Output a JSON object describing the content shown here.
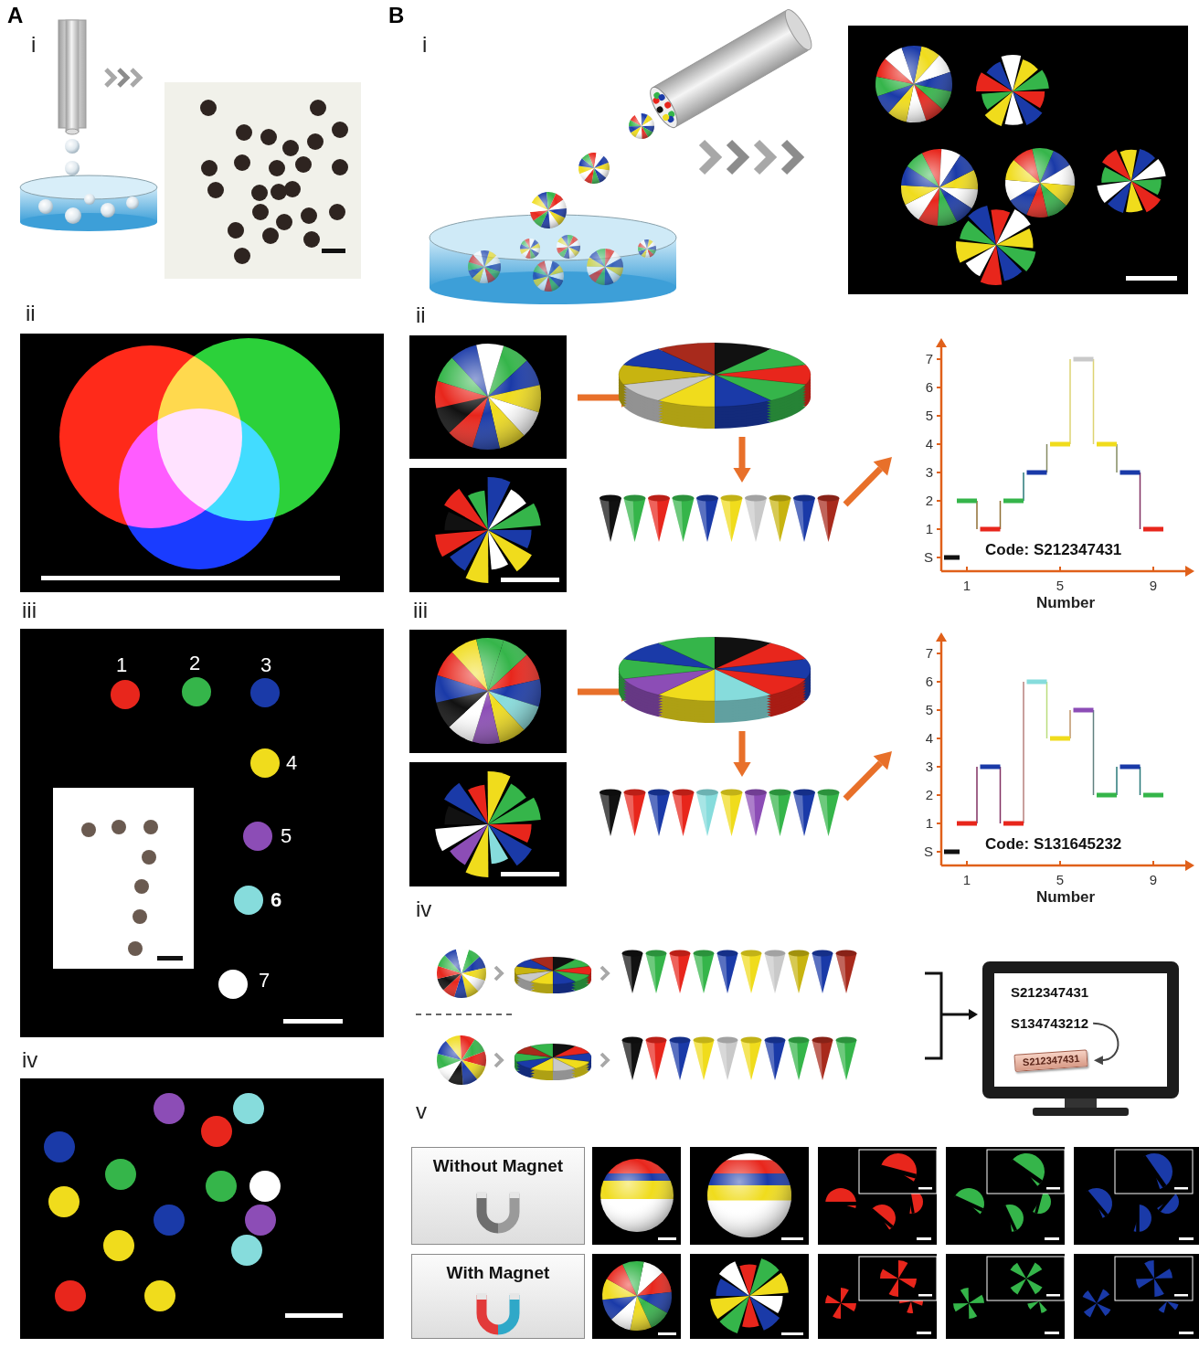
{
  "diagram": {
    "nodes": [
      {
        "text": [
          "S212347431",
          "S134743212"
        ]
      },
      {
        "text": [
          "S212347431"
        ],
        "in": 0
      },
      {
        "text": [
          "Without Magnet"
        ]
      },
      {
        "text": [
          "With Magnet"
        ]
      }
    ],
    "labels": [
      "A",
      "B",
      "i",
      "ii",
      "iii",
      "iv",
      "i",
      "ii",
      "iii",
      "iv",
      "v",
      "1",
      "2",
      "3",
      "4",
      "5",
      "6",
      "7",
      "7",
      "6",
      "5",
      "4",
      "3",
      "2",
      "1",
      "S",
      "1",
      "5",
      "9",
      "Number",
      "Code: S212347431",
      "7",
      "6",
      "5",
      "4",
      "3",
      "2",
      "1",
      "S",
      "1",
      "5",
      "9",
      "Number",
      "Code: S131645232"
    ]
  }
}
